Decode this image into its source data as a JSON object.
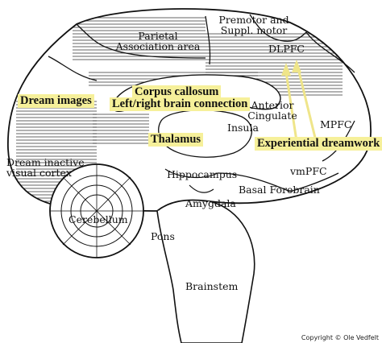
{
  "labels": {
    "parietal": "Parietal\nAssociation area",
    "premotor": "Premotor and\nSuppl. motor",
    "dlpfc": "DLPFC",
    "anterior_cingulate": "Anterior\nCingulate",
    "insula": "Insula",
    "mpfc": "MPFC",
    "vmpfc": "vmPFC",
    "hippocampus": "Hippocampus",
    "basal_forebrain": "Basal Forebrain",
    "amygdala": "Amygdala",
    "dream_inactive": "Dream inactive\nvisual cortex",
    "cerebellum": "Cerebellum",
    "pons": "Pons",
    "brainstem": "Brainstem"
  },
  "highlights": {
    "dream_images": "Dream images",
    "corpus_callosum": "Corpus callosum",
    "left_right": "Left/right brain connection",
    "thalamus": "Thalamus",
    "experiential": "Experiential dreamwork"
  },
  "copyright": "Copyright © Ole Vedfelt",
  "colors": {
    "highlight": "#f6f09a",
    "arrow": "#efe58a",
    "outline": "#111111"
  }
}
